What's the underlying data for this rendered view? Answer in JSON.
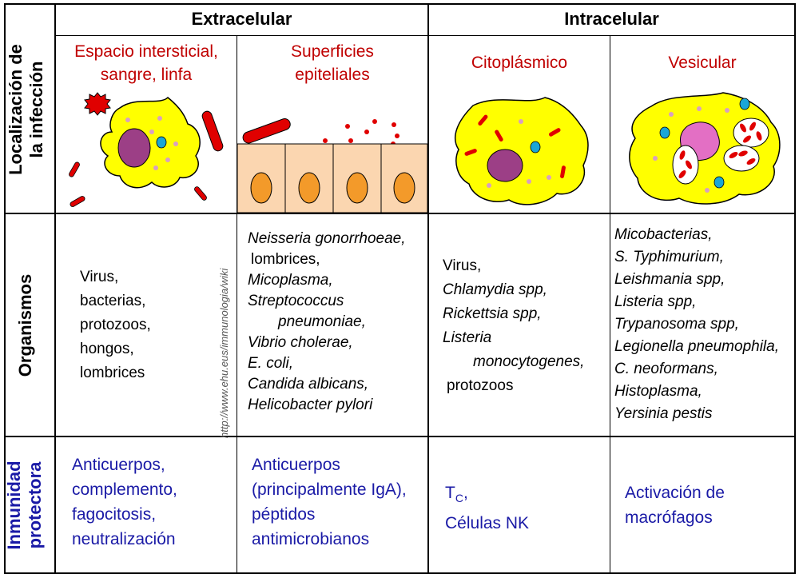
{
  "headers": {
    "extracelular": "Extracelular",
    "intracelular": "Intracelular"
  },
  "row_labels": {
    "localizacion": [
      "Localización de",
      "la infección"
    ],
    "organismos": "Organismos",
    "inmunidad": [
      "Inmunidad",
      "protectora"
    ]
  },
  "locations": [
    [
      "Espacio intersticial,",
      "sangre, linfa"
    ],
    [
      "Superficies",
      "epiteliales"
    ],
    [
      "Citoplásmico"
    ],
    [
      "Vesicular"
    ]
  ],
  "organisms": {
    "col1": [
      "Virus,",
      "bacterias,",
      "protozoos,",
      "hongos,",
      "lombrices"
    ],
    "col2": [
      "Neisseria gonorrhoeae,",
      "lombrices,",
      "Micoplasma,",
      "Streptococcus",
      "pneumoniae,",
      "Vibrio cholerae,",
      "E. coli,",
      "Candida albicans,",
      "Helicobacter pylori"
    ],
    "col3": [
      "Virus,",
      "Chlamydia spp,",
      "Rickettsia spp,",
      "Listeria",
      "monocytogenes,",
      "protozoos"
    ],
    "col4": [
      "Micobacterias,",
      "S. Typhimurium,",
      "Leishmania spp,",
      "Listeria spp,",
      "Trypanosoma spp,",
      "Legionella pneumophila,",
      "C. neoformans,",
      "Histoplasma,",
      "Yersinia pestis"
    ]
  },
  "immunity": {
    "col1": [
      "Anticuerpos,",
      "complemento,",
      "fagocitosis,",
      "neutralización"
    ],
    "col2": [
      "Anticuerpos",
      "(principalmente IgA),",
      "péptidos",
      "antimicrobianos"
    ],
    "col3_tc": "T",
    "col3_tc_sub": "C",
    "col3_tc_suffix": ",",
    "col3_nk": "Células NK",
    "col4": [
      "Activación de",
      "macrófagos"
    ]
  },
  "watermark": "http://www.ehu.eus/immunologia/wiki",
  "colors": {
    "location_text": "#c00000",
    "immunity_text": "#1a1aa6",
    "cell_body": "#ffff00",
    "nucleus": "#9c3f86",
    "bacteria": "#e00000",
    "epithelium": "#fbd6b0"
  }
}
